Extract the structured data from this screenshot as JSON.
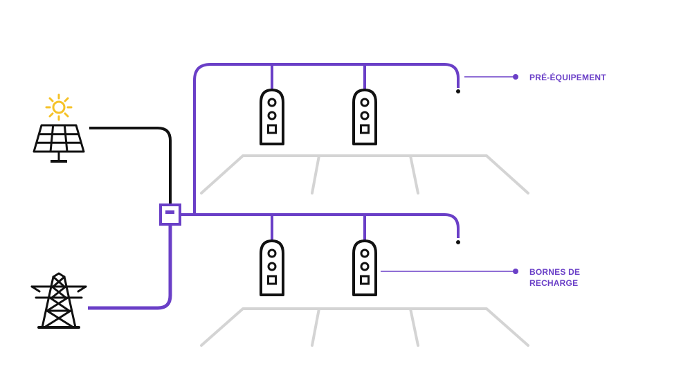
{
  "labels": {
    "pre_equipement": "PRÉ-ÉQUIPEMENT",
    "bornes_line1": "BORNES DE",
    "bornes_line2": "RECHARGE"
  },
  "icons": {
    "sun": "sun-icon",
    "solar_panel": "solar-panel-icon",
    "pylon": "electricity-pylon-icon",
    "meter": "electric-meter-icon",
    "charger": "charging-station-icon"
  },
  "colors": {
    "accent": "#6a3fc7",
    "dark": "#111111",
    "sun": "#f5c228",
    "parking": "#d4d4d4"
  }
}
